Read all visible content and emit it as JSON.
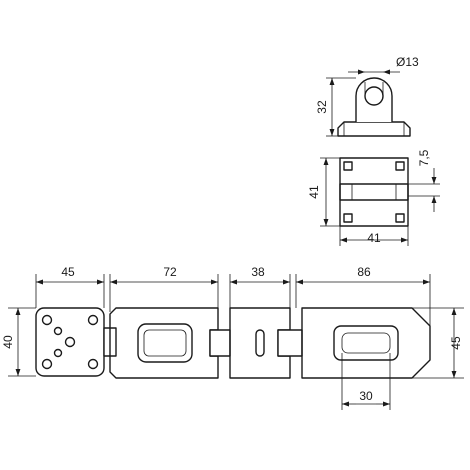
{
  "dimensions": {
    "bore_diameter": "Ø13",
    "staple_height": "32",
    "offset": "7,5",
    "staple_plate_height": "41",
    "staple_plate_width": "41",
    "plate_width": "45",
    "hinge_leaf_width": "72",
    "middle_width": "38",
    "hasp_width": "86",
    "plate_height": "40",
    "hasp_height": "45",
    "slot_width": "30"
  }
}
